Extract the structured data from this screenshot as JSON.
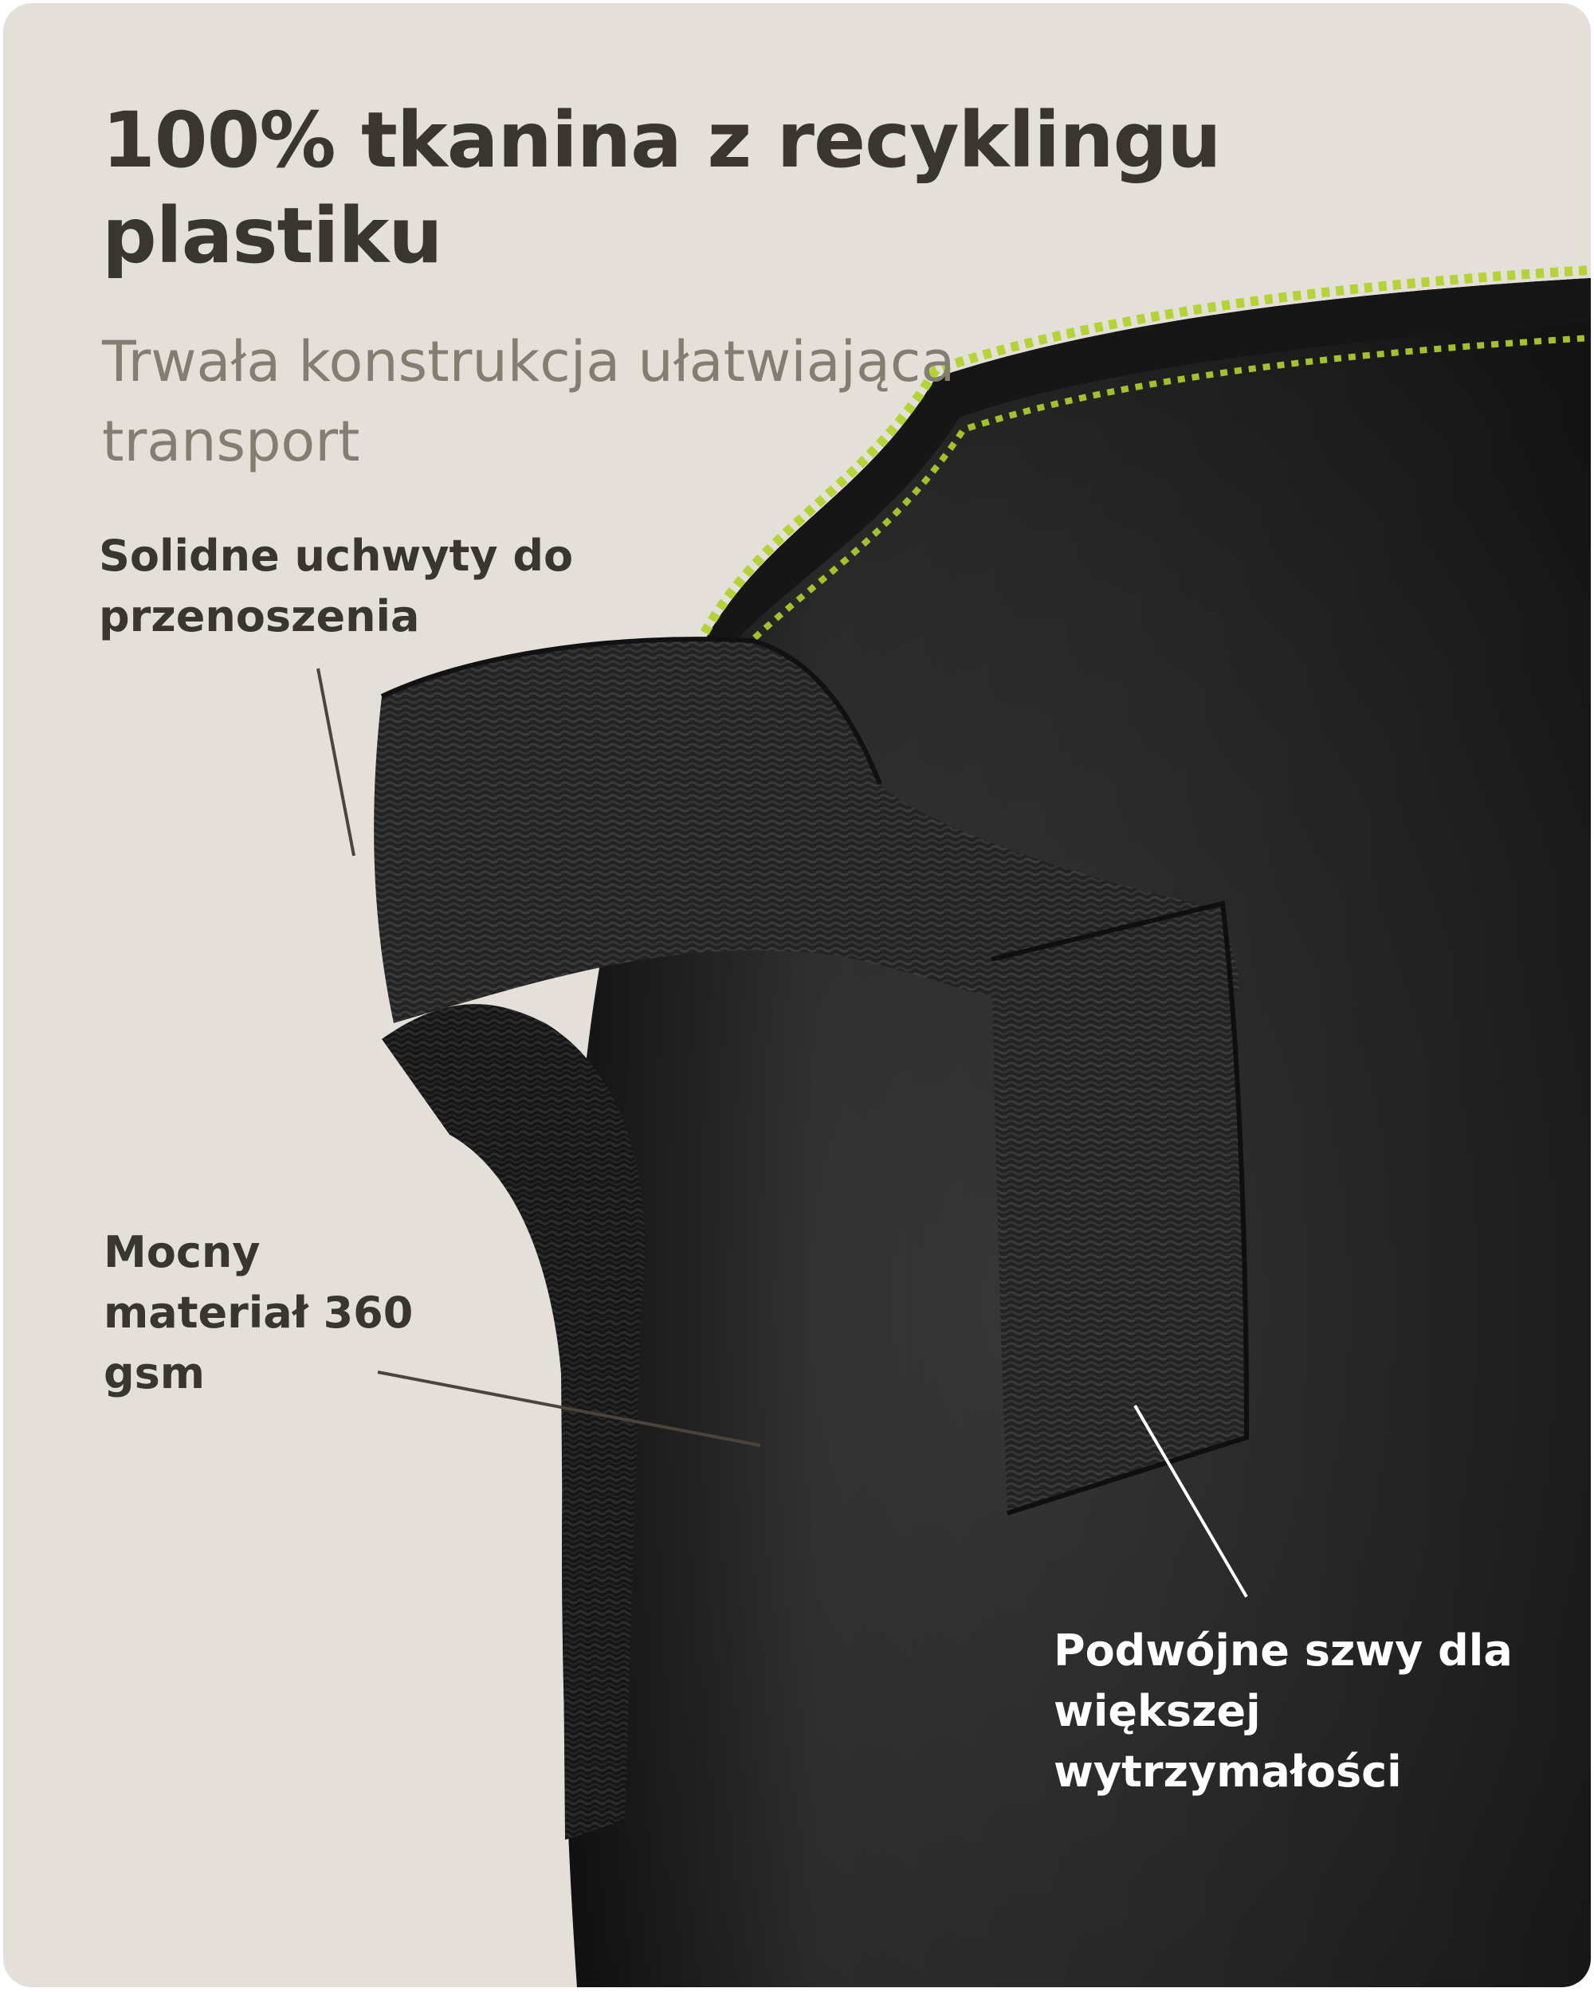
{
  "heading": "100% tkanina z recyklingu plastiku",
  "subheading": "Trwała konstrukcja ułatwiająca transport",
  "callouts": {
    "handles": "Solidne uchwyty do przenoszenia",
    "material": "Mocny materiał 360 gsm",
    "seams": "Podwójne szwy dla większej wytrzymałości"
  },
  "colors": {
    "background": "#e4e0d9",
    "heading_text": "#3a3530",
    "subheading_text": "#847d72",
    "bag_felt": "#2b2b2b",
    "stitching": "#b4d334",
    "handle_webbing": "#1f1f1f"
  }
}
